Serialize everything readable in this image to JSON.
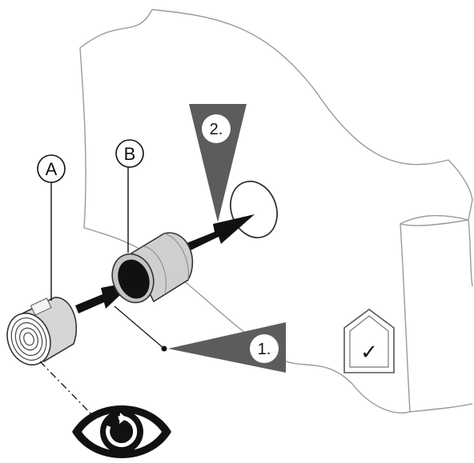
{
  "labels": {
    "part_a": "A",
    "part_b": "B"
  },
  "steps": [
    {
      "number": "1."
    },
    {
      "number": "2."
    }
  ],
  "icons": {
    "inspect": "eye-icon",
    "house_check": "house-check-icon",
    "checkmark": "✓"
  },
  "colors": {
    "outline": "#555555",
    "wall_line": "#9a9a9a",
    "callout_fill": "#5c5c5c",
    "part_fill": "#d0d0d0",
    "arrow": "#111111"
  }
}
